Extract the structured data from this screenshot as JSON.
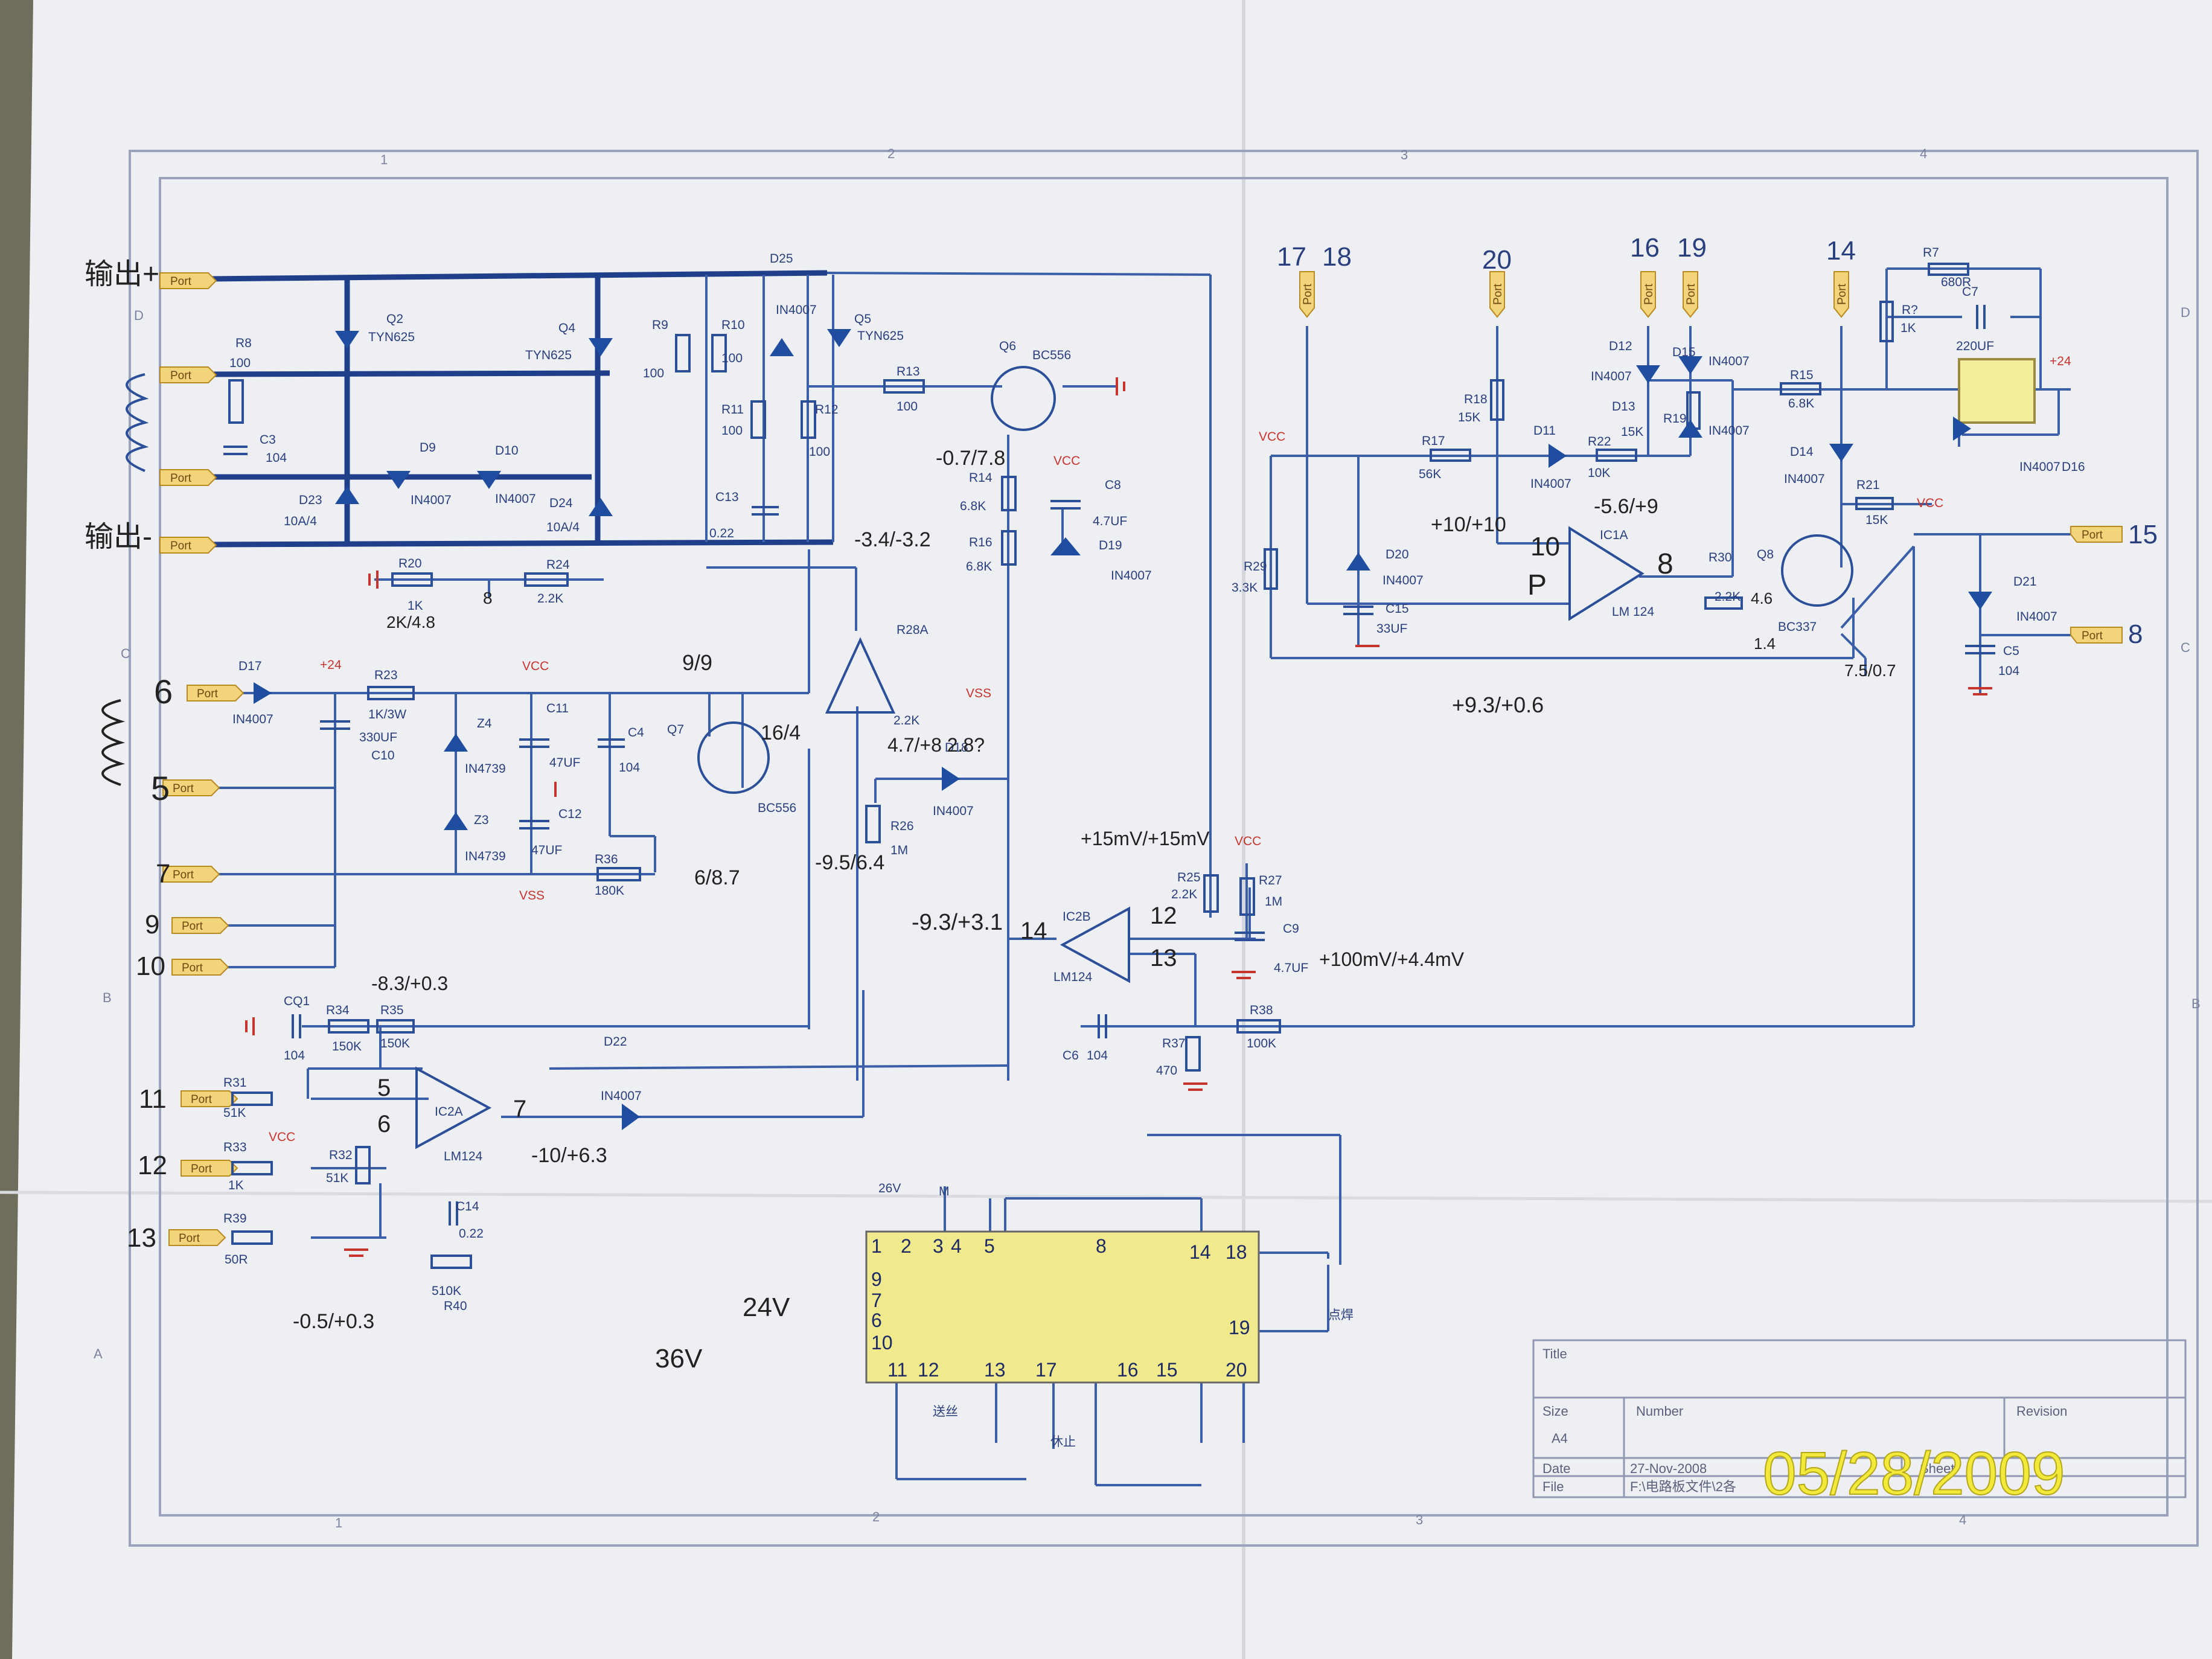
{
  "title_block": {
    "title_label": "Title",
    "size_label": "Size",
    "size": "A4",
    "number_label": "Number",
    "revision_label": "Revision",
    "date_label": "Date",
    "date": "27-Nov-2008",
    "sheet_label": "Sheet",
    "file_label": "File",
    "file": "F:\\电路板文件\\2各"
  },
  "photo_date_stamp": "05/28/2009",
  "grid_labels": {
    "top": [
      "1",
      "2",
      "3",
      "4"
    ],
    "bottom": [
      "1",
      "2",
      "3",
      "4"
    ],
    "left": [
      "D",
      "C",
      "B",
      "A"
    ],
    "right": [
      "D",
      "C",
      "B"
    ]
  },
  "port_label": "Port",
  "handwritten": {
    "out_plus": "输出+",
    "out_minus": "输出-",
    "pins": [
      "6",
      "5",
      "7",
      "9",
      "10",
      "11",
      "12",
      "13",
      "17",
      "18",
      "20",
      "16",
      "19",
      "14",
      "15",
      "8"
    ],
    "notes": [
      "-0.7/7.8",
      "-3.4/-3.2",
      "9/9",
      "16/4",
      "6/8.7",
      "4.7/+8 2.8?",
      "-9.5/6.4",
      "-9.3/+3.1",
      "14",
      "12",
      "13",
      "+15mV/+15mV",
      "+100mV/+4.4mV",
      "-8.3/+0.3",
      "-10/+6.3",
      "5",
      "6",
      "7",
      "-0.5/+0.3",
      "+10/+10",
      "-5.6/+9",
      "10",
      "P",
      "8",
      "4.6",
      "1.4",
      "7.5/0.7",
      "+9.3/+0.6",
      "15",
      "8",
      "2K/4.8",
      "2-2K"
    ],
    "v24": "24V",
    "v36": "36V"
  },
  "components": {
    "Q2": "Q2",
    "TYN625": "TYN625",
    "Q4": "Q4",
    "Q5": "Q5",
    "R8": "R8",
    "v100": "100",
    "C3": "C3",
    "v104": "104",
    "D9": "D9",
    "D10": "D10",
    "IN4007": "IN4007",
    "D23": "D23",
    "D24": "D24",
    "v10A4": "10A/4",
    "R9": "R9",
    "R10": "R10",
    "R11": "R11",
    "R12": "R12",
    "C13": "C13",
    "v022": "0.22",
    "D25": "D25",
    "Q6": "Q6",
    "BC556": "BC556",
    "R13": "R13",
    "R14": "R14",
    "v68K": "6.8K",
    "R16": "R16",
    "C8": "C8",
    "v47UF": "4.7UF",
    "D19": "D19",
    "VCC": "VCC",
    "R20": "R20",
    "v1K": "1K",
    "R24": "R24",
    "v22K": "2.2K",
    "R28A": "R28A",
    "VSS": "VSS",
    "D17": "D17",
    "v24": "+24",
    "R23": "R23",
    "v1K3W": "1K/3W",
    "C10": "C10",
    "v330UF": "330UF",
    "Z4": "Z4",
    "Z3": "Z3",
    "IN4739": "IN4739",
    "C11": "C11",
    "v47UF2": "47UF",
    "C12": "C12",
    "C4": "C4",
    "Q7": "Q7",
    "R36": "R36",
    "v180K": "180K",
    "D18": "D18",
    "R26": "R26",
    "v1M": "1M",
    "R25": "R25",
    "R27": "R27",
    "C9": "C9",
    "IC2B": "IC2B",
    "LM124": "LM124",
    "CQ1": "CQ1",
    "R34": "R34",
    "v150K": "150K",
    "R35": "R35",
    "D22": "D22",
    "C6": "C6",
    "R37": "R37",
    "v470": "470",
    "R38": "R38",
    "v100K": "100K",
    "R31": "R31",
    "v51K": "51K",
    "R33": "R33",
    "R39": "R39",
    "v50R": "50R",
    "R32": "R32",
    "IC2A": "IC2A",
    "C14": "C14",
    "R40": "R40",
    "v510K": "510K",
    "R7": "R7",
    "v680R": "680R",
    "C7": "C7",
    "v220UF": "220UF",
    "R7b": "R?",
    "D12": "D12",
    "D15": "D15",
    "D13": "D13",
    "R19": "R19",
    "v15K": "15K",
    "R15": "R15",
    "D16": "D16",
    "D14": "D14",
    "R21": "R21",
    "R17": "R17",
    "v56K": "56K",
    "R18": "R18",
    "D11": "D11",
    "R22": "R22",
    "v10K": "10K",
    "IC1A": "IC1A",
    "LM_124": "LM 124",
    "R30": "R30",
    "Q8": "Q8",
    "BC337": "BC337",
    "R29": "R29",
    "v33K": "3.3K",
    "D20": "D20",
    "C15": "C15",
    "v33UF": "33UF",
    "D21": "D21",
    "C5": "C5",
    "v26V": "26V",
    "M": "M",
    "dianhan": "点焊",
    "songsi": "送丝",
    "xiuzhi": "休止"
  },
  "chip_pins": {
    "top": [
      "1",
      "2",
      "3",
      "4",
      "5",
      "8",
      "14",
      "18"
    ],
    "left": [
      "9",
      "7",
      "6",
      "10"
    ],
    "bottom": [
      "11",
      "12",
      "13",
      "17",
      "16",
      "15",
      "20"
    ],
    "right": [
      "19"
    ]
  }
}
